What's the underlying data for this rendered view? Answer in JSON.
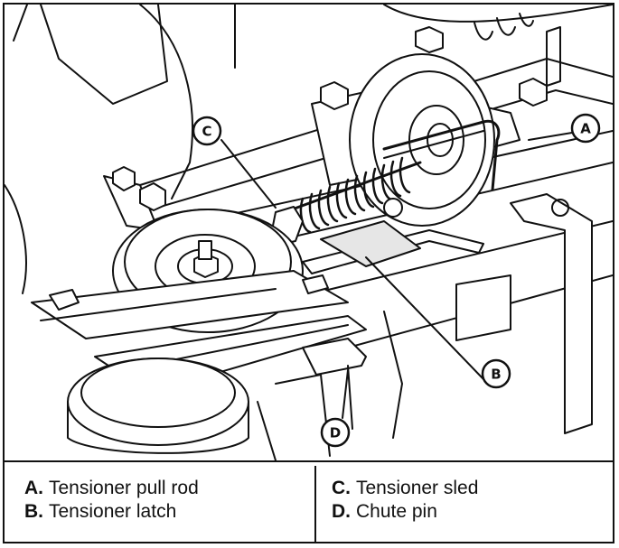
{
  "callouts": [
    {
      "letter": "A",
      "label": "Tensioner pull rod"
    },
    {
      "letter": "B",
      "label": "Tensioner latch"
    },
    {
      "letter": "C",
      "label": "Tensioner sled"
    },
    {
      "letter": "D",
      "label": "Chute pin"
    }
  ],
  "legend": {
    "left": [
      {
        "key": "A.",
        "text": "Tensioner pull rod"
      },
      {
        "key": "B.",
        "text": "Tensioner latch"
      }
    ],
    "right": [
      {
        "key": "C.",
        "text": "Tensioner sled"
      },
      {
        "key": "D.",
        "text": "Chute pin"
      }
    ]
  },
  "colors": {
    "line": "#111111",
    "fill": "#ffffff",
    "shade": "#e6e6e6"
  }
}
